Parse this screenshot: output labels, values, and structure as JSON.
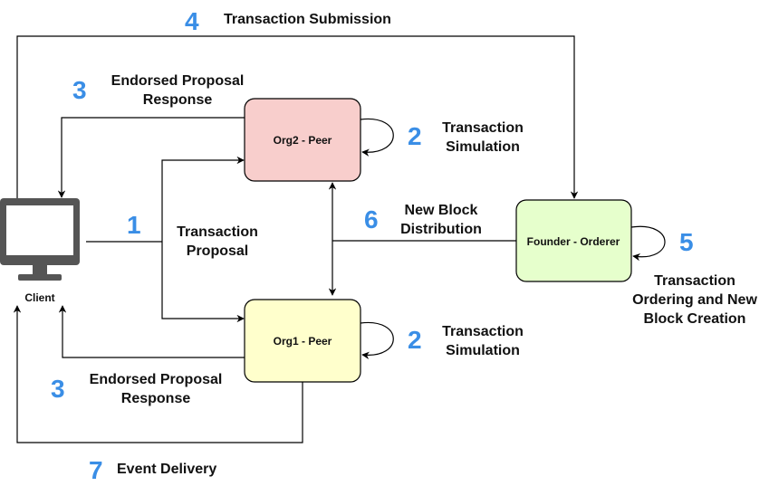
{
  "colors": {
    "step_number": "#3a8ee6",
    "org2_fill": "#f8cecc",
    "org1_fill": "#ffffcc",
    "orderer_fill": "#e6ffcc",
    "node_stroke": "#000000",
    "monitor": "#555555"
  },
  "nodes": {
    "client": "Client",
    "org2": "Org2 - Peer",
    "org1": "Org1 - Peer",
    "orderer": "Founder - Orderer"
  },
  "steps": {
    "s1": {
      "num": "1",
      "line1": "Transaction",
      "line2": "Proposal"
    },
    "s2_org2": {
      "num": "2",
      "line1": "Transaction",
      "line2": "Simulation"
    },
    "s2_org1": {
      "num": "2",
      "line1": "Transaction",
      "line2": "Simulation"
    },
    "s3_top": {
      "num": "3",
      "line1": "Endorsed Proposal",
      "line2": "Response"
    },
    "s3_bottom": {
      "num": "3",
      "line1": "Endorsed Proposal",
      "line2": "Response"
    },
    "s4": {
      "num": "4",
      "line1": "Transaction Submission"
    },
    "s5": {
      "num": "5",
      "line1": "Transaction",
      "line2": "Ordering and New",
      "line3": "Block Creation"
    },
    "s6": {
      "num": "6",
      "line1": "New Block",
      "line2": "Distribution"
    },
    "s7": {
      "num": "7",
      "line1": "Event Delivery"
    }
  },
  "icons": {
    "client": "monitor-icon"
  }
}
